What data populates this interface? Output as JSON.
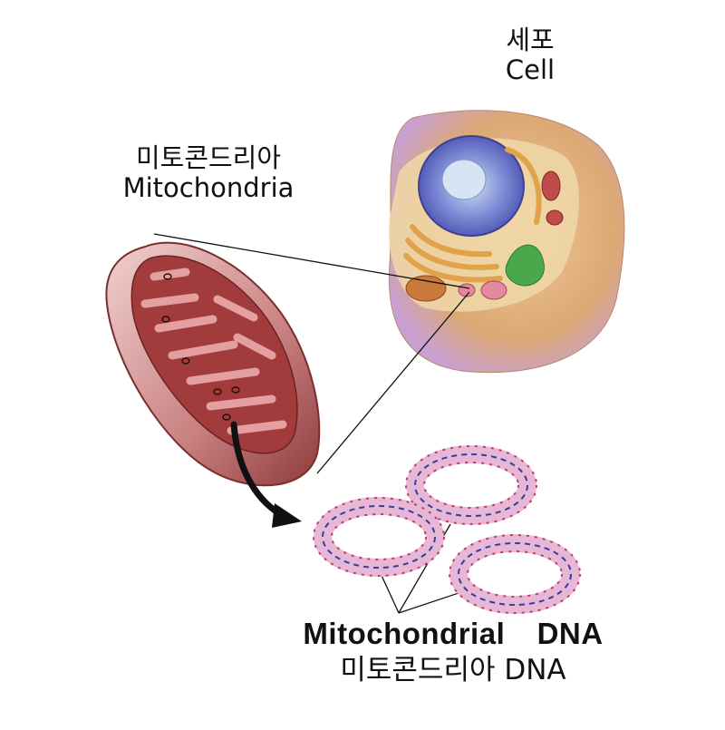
{
  "labels": {
    "cell": {
      "ko": "세포",
      "en": "Cell"
    },
    "mitochondria": {
      "ko": "미토콘드리아",
      "en": "Mitochondria"
    },
    "mtdna": {
      "en": "Mitochondrial  DNA",
      "ko": "미토콘드리아 DNA"
    }
  },
  "colors": {
    "cell_body": "#d9a877",
    "cell_membrane": "#c9a0d0",
    "nucleus": "#6a6fc9",
    "nucleolus": "#a9c6e6",
    "golgi": "#e0a24a",
    "chloroplast_like": "#4aa84a",
    "mito_outer": "#b85a5a",
    "mito_matrix": "#a03838",
    "mito_cristae": "#d98a8a",
    "dna_ring": "#e7b8d6",
    "dna_strand": "#3a3aa0",
    "dna_rung": "#c23a6a",
    "arrow": "#111111"
  }
}
